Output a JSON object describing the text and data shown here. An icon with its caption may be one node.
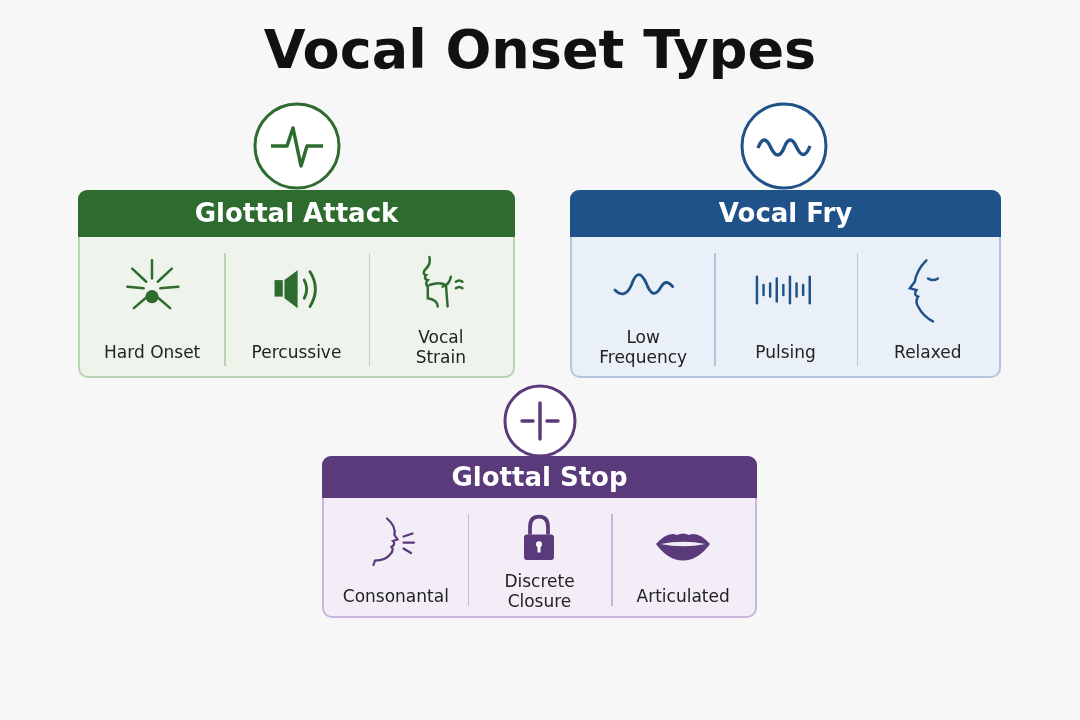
{
  "diagram": {
    "title": "Vocal Onset Types",
    "nodes": [
      {
        "text": [
          "Glottal Attack"
        ]
      },
      {
        "text": [
          "Hard Onset"
        ],
        "in": 0
      },
      {
        "text": [
          "Percussive"
        ],
        "in": 0
      },
      {
        "text": [
          "Vocal Strain"
        ],
        "in": 0
      },
      {
        "text": [
          "Vocal Fry"
        ]
      },
      {
        "text": [
          "Low Frequency"
        ],
        "in": 4
      },
      {
        "text": [
          "Pulsing"
        ],
        "in": 4
      },
      {
        "text": [
          "Relaxed"
        ],
        "in": 4
      },
      {
        "text": [
          "Glottal Stop"
        ]
      },
      {
        "text": [
          "Consonantal"
        ],
        "in": 8
      },
      {
        "text": [
          "Discrete Closure"
        ],
        "in": 8
      },
      {
        "text": [
          "Articulated"
        ],
        "in": 8
      }
    ]
  }
}
